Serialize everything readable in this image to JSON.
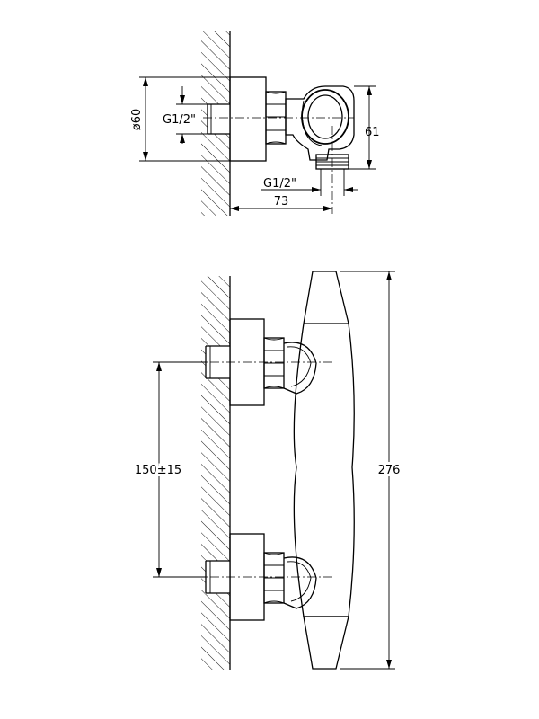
{
  "top_view": {
    "labels": {
      "diameter": "ø60",
      "inlet_thread": "G1/2\"",
      "outlet_thread": "G1/2\"",
      "depth": "73",
      "height": "61"
    }
  },
  "front_view": {
    "labels": {
      "center_distance": "150±15",
      "overall_length": "276"
    }
  }
}
